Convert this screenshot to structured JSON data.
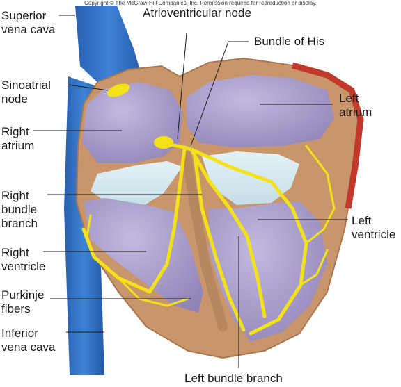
{
  "copyright": "Copyright © The McGraw-Hill Companies, Inc. Permission required for reproduction or display.",
  "labels": {
    "superior_vena_cava": [
      "Superior",
      "vena cava"
    ],
    "atrioventricular_node": [
      "Atrioventricular node"
    ],
    "bundle_of_his": [
      "Bundle of His"
    ],
    "sinoatrial_node": [
      "Sinoatrial",
      "node"
    ],
    "left_atrium": [
      "Left",
      "atrium"
    ],
    "right_atrium": [
      "Right",
      "atrium"
    ],
    "right_bundle_branch": [
      "Right",
      "bundle",
      "branch"
    ],
    "left_ventricle": [
      "Left",
      "ventricle"
    ],
    "right_ventricle": [
      "Right",
      "ventricle"
    ],
    "purkinje_fibers": [
      "Purkinje",
      "fibers"
    ],
    "inferior_vena_cava": [
      "Inferior",
      "vena cava"
    ],
    "left_bundle_branch": [
      "Left bundle branch"
    ]
  },
  "colors": {
    "vena_cava": "#2f6fc4",
    "muscle": "#c9956a",
    "chamber": "#a79bc9",
    "conduction": "#f3e21a",
    "epicardium_red": "#c0392b"
  }
}
